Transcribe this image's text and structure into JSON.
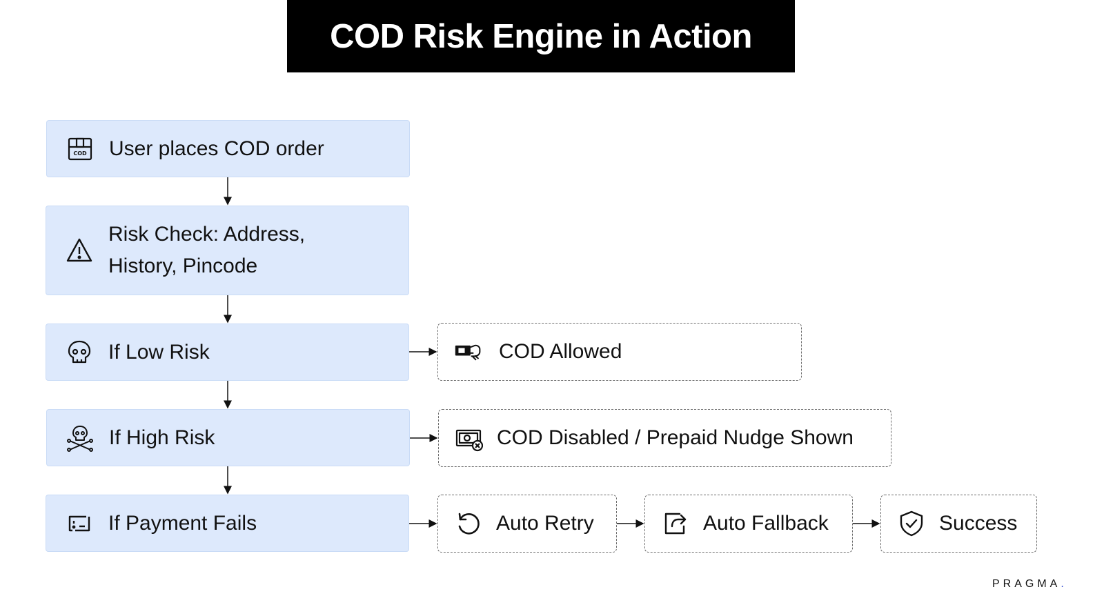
{
  "title": "COD Risk Engine in Action",
  "steps": [
    {
      "label": "User places COD order",
      "icon": "cod-box-icon"
    },
    {
      "label_line1": "Risk Check: Address,",
      "label_line2": "History, Pincode",
      "icon": "warning-triangle-icon"
    },
    {
      "label": "If Low Risk",
      "icon": "skull-icon"
    },
    {
      "label": "If High Risk",
      "icon": "skull-crossbones-icon"
    },
    {
      "label": "If Payment Fails",
      "icon": "card-failed-icon"
    }
  ],
  "outcomes": {
    "low_risk": {
      "label": "COD Allowed",
      "icon": "cash-hand-icon"
    },
    "high_risk": {
      "label": "COD Disabled / Prepaid Nudge Shown",
      "icon": "cash-disabled-icon"
    },
    "payment_fails": [
      {
        "label": "Auto Retry",
        "icon": "retry-icon"
      },
      {
        "label": "Auto Fallback",
        "icon": "fallback-icon"
      },
      {
        "label": "Success",
        "icon": "shield-check-icon"
      }
    ]
  },
  "brand": {
    "name": "PRAGMA",
    "dot": "."
  },
  "colors": {
    "node_fill": "#dde9fc",
    "title_bg": "#000000",
    "brand_dot": "#2f49d1"
  }
}
